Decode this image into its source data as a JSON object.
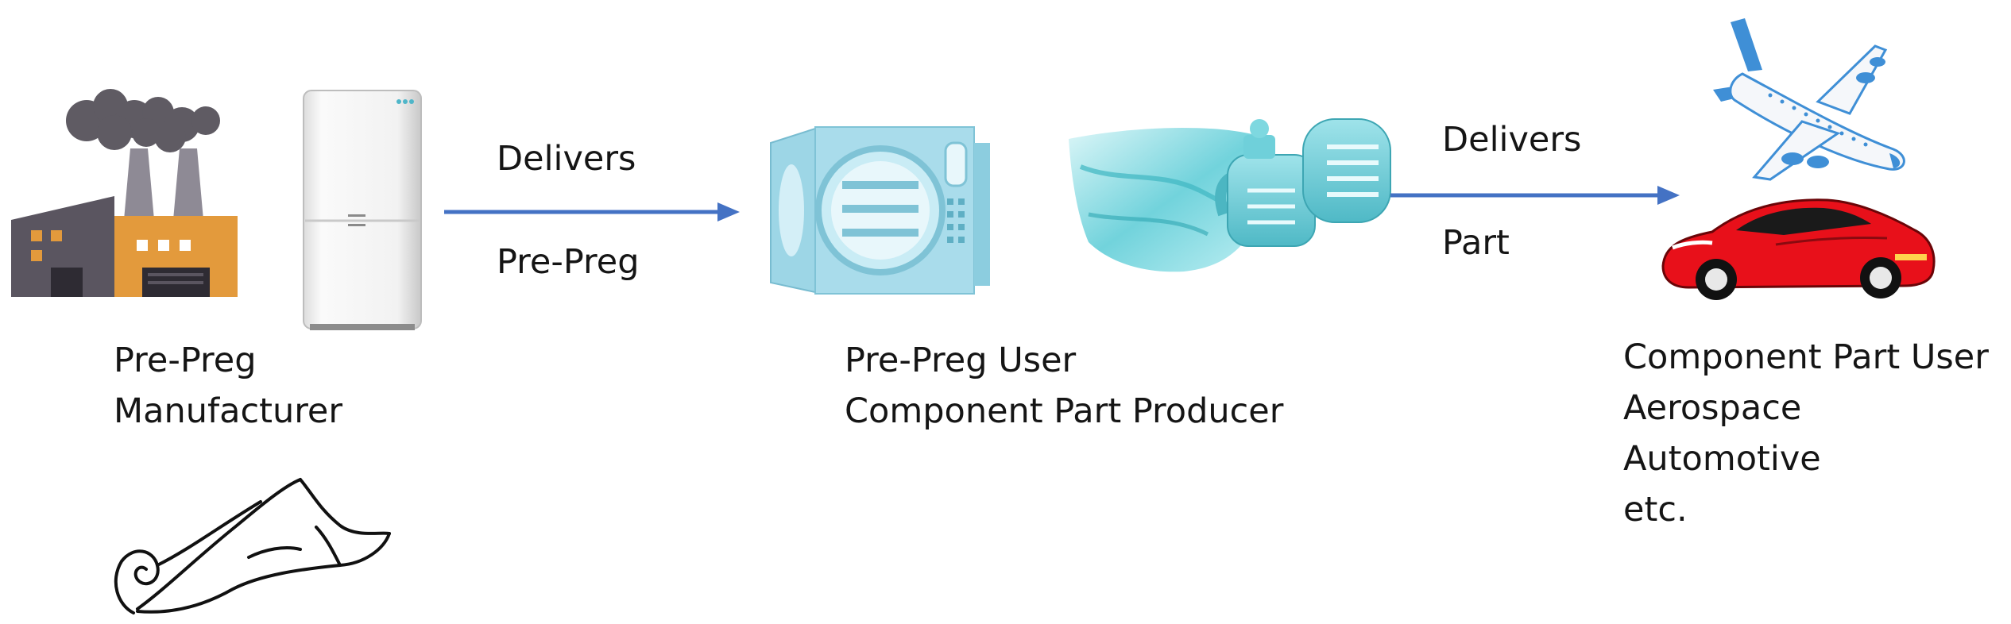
{
  "nodes": {
    "manufacturer": {
      "lines": [
        "Pre-Preg",
        "Manufacturer"
      ]
    },
    "user": {
      "lines": [
        "Pre-Preg User",
        "Component Part Producer"
      ]
    },
    "end_user": {
      "lines": [
        "Component Part User",
        "Aerospace",
        "Automotive",
        "etc."
      ]
    }
  },
  "edges": [
    {
      "top": "Delivers",
      "bottom": "Pre-Preg"
    },
    {
      "top": "Delivers",
      "bottom": "Part"
    }
  ],
  "colors": {
    "arrow": "#4472C4",
    "factory_wall": "#E39A3C",
    "factory_dark": "#5A5560",
    "smoke": "#5F5B63",
    "appliance_blue": "#A9DCEB",
    "pump_teal": "#5EC9D4",
    "car_red": "#E8101A",
    "plane_blue": "#3F8FD6"
  },
  "icons": [
    "factory-icon",
    "refrigerator-icon",
    "prepreg-roll-icon",
    "autoclave-icon",
    "vacuum-pump-bag-icon",
    "airplane-icon",
    "sports-car-icon"
  ]
}
